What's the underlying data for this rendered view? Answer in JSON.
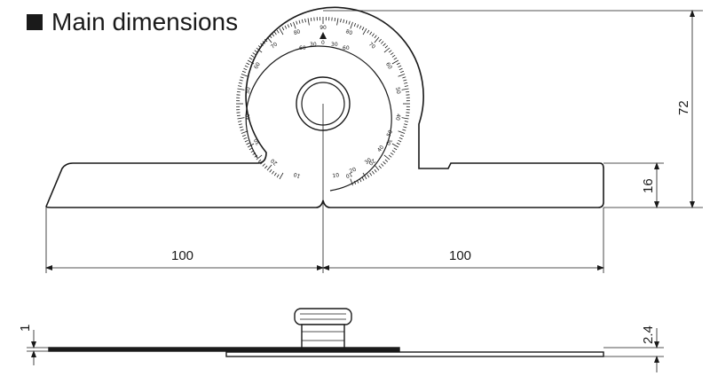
{
  "title": {
    "text": "Main dimensions"
  },
  "dimensions": {
    "length_left": "100",
    "length_right": "100",
    "height_total": "72",
    "blade_width": "16",
    "thickness_blade": "1",
    "thickness_total": "2.4"
  },
  "protractor_scale": {
    "outer_labels": [
      "10",
      "20",
      "30",
      "40",
      "50",
      "60",
      "70",
      "80",
      "90",
      "80",
      "70",
      "60",
      "50",
      "40",
      "30",
      "20",
      "10"
    ],
    "inner_labels": [
      "60",
      "30",
      "0",
      "30",
      "60"
    ],
    "lower_labels": [
      "10",
      "20",
      "30",
      "40",
      "50"
    ]
  }
}
